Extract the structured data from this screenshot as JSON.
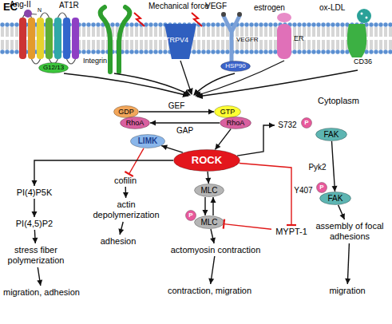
{
  "diagram": {
    "nodes": [
      {
        "text": [
          "G12/13"
        ]
      },
      {
        "text": [
          "HSP90"
        ]
      },
      {
        "text": [
          "GDP"
        ]
      },
      {
        "text": [
          "RhoA"
        ]
      },
      {
        "text": [
          "GTP"
        ]
      },
      {
        "text": [
          "RhoA"
        ]
      },
      {
        "text": [
          "ROCK"
        ]
      },
      {
        "text": [
          "LIMK"
        ]
      },
      {
        "text": [
          "cofilin"
        ]
      },
      {
        "text": [
          "actin depolymerization"
        ]
      },
      {
        "text": [
          "adhesion"
        ]
      },
      {
        "text": [
          "PI(4)P5K"
        ]
      },
      {
        "text": [
          "PI(4,5)P2"
        ]
      },
      {
        "text": [
          "stress fiber polymerization"
        ]
      },
      {
        "text": [
          "migration, adhesion"
        ]
      },
      {
        "text": [
          "MLC"
        ]
      },
      {
        "text": [
          "MLC"
        ]
      },
      {
        "text": [
          "P"
        ]
      },
      {
        "text": [
          "MYPT-1"
        ]
      },
      {
        "text": [
          "actomyosin contraction"
        ]
      },
      {
        "text": [
          "contraction, migration"
        ]
      },
      {
        "text": [
          "S732"
        ]
      },
      {
        "text": [
          "P"
        ]
      },
      {
        "text": [
          "FAK"
        ]
      },
      {
        "text": [
          "Y407"
        ]
      },
      {
        "text": [
          "P"
        ]
      },
      {
        "text": [
          "FAK"
        ]
      },
      {
        "text": [
          "assembly of focal adhesions"
        ]
      },
      {
        "text": [
          "migration"
        ]
      }
    ],
    "edges": [
      {
        "from": 2,
        "to": 4,
        "arrow": "to",
        "label": "GEF"
      },
      {
        "from": 5,
        "to": 3,
        "arrow": "to",
        "label": "GAP"
      },
      {
        "from": 5,
        "to": 6,
        "arrow": "to"
      },
      {
        "from": 6,
        "to": 7,
        "arrow": "to"
      },
      {
        "from": 7,
        "to": 8,
        "arrow": "to"
      },
      {
        "from": 8,
        "to": 9,
        "arrow": "to"
      },
      {
        "from": 9,
        "to": 10,
        "arrow": "to"
      },
      {
        "from": 6,
        "to": 11,
        "arrow": "to"
      },
      {
        "from": 11,
        "to": 12,
        "arrow": "to"
      },
      {
        "from": 12,
        "to": 13,
        "arrow": "to"
      },
      {
        "from": 13,
        "to": 14,
        "arrow": "to"
      },
      {
        "from": 6,
        "to": 15,
        "arrow": "to"
      },
      {
        "from": 15,
        "to": 16,
        "arrow": "to"
      },
      {
        "from": 16,
        "to": 15,
        "arrow": "to"
      },
      {
        "from": 6,
        "to": 18,
        "arrow": "to"
      },
      {
        "from": 18,
        "to": 16,
        "arrow": "to"
      },
      {
        "from": 16,
        "to": 19,
        "arrow": "to"
      },
      {
        "from": 19,
        "to": 20,
        "arrow": "to"
      },
      {
        "from": 6,
        "to": 21,
        "arrow": "to"
      },
      {
        "from": 23,
        "to": 26,
        "arrow": "to",
        "label": "Pyk2"
      },
      {
        "from": 26,
        "to": 27,
        "arrow": "to"
      },
      {
        "from": 27,
        "to": 28,
        "arrow": "to"
      }
    ],
    "labels": [
      "EC",
      "Ang-II",
      "N",
      "AT1R",
      "Mechanical force",
      "Integrin",
      "TRPV4",
      "VEGF",
      "VEGFR",
      "estrogen",
      "ER",
      "ox-LDL",
      "CD36",
      "Cytoplasm"
    ]
  }
}
